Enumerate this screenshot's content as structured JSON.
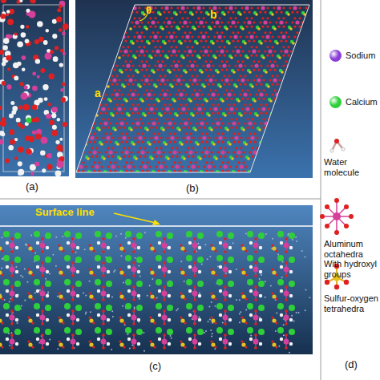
{
  "diagram": {
    "labels": [
      "(a)",
      "(b)",
      "(c)",
      "(d)",
      "a",
      "b",
      "θ",
      "Surface line"
    ],
    "legend": [
      {
        "text": "Sodium",
        "color": "#8a3fd6"
      },
      {
        "text": "Calcium",
        "color": "#2fcf3a"
      },
      {
        "text": "Water molecule"
      },
      {
        "text": "Aluminum octahedra With hydroxyl groups"
      },
      {
        "text": "Sulfur-oxygen tetrahedra"
      }
    ]
  }
}
